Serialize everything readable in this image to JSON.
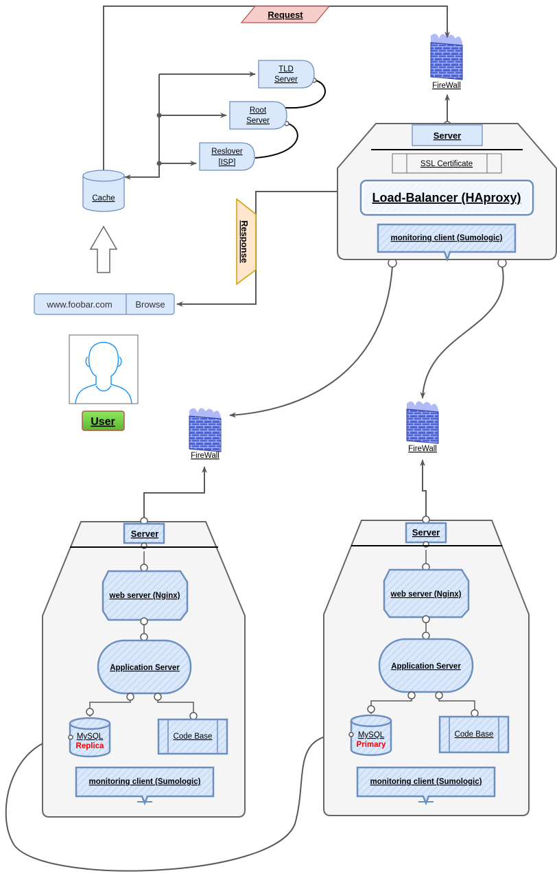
{
  "request_label": "Request",
  "response_label": "Response",
  "dns": {
    "tld_line1": "TLD",
    "tld_line2": "Server",
    "root_line1": "Root",
    "root_line2": "Server",
    "resolver_line1": "Reslover",
    "resolver_line2": "[ISP]",
    "cache": "Cache"
  },
  "browser": {
    "url": "www.foobar.com",
    "button": "Browse"
  },
  "user_label": "User",
  "firewall_label": "FireWall",
  "load_balancer": {
    "server": "Server",
    "ssl": "SSL Certificate",
    "title": "Load-Balancer (HAproxy)",
    "monitor": "monitoring client (Sumologic)"
  },
  "server_left": {
    "server": "Server",
    "web": "web server (Nginx)",
    "app": "Application Server",
    "db_name": "MySQL",
    "db_role": "Replica",
    "code": "Code Base",
    "monitor": "monitoring client (Sumologic)"
  },
  "server_right": {
    "server": "Server",
    "web": "web server (Nginx)",
    "app": "Application Server",
    "db_name": "MySQL",
    "db_role": "Primary",
    "code": "Code Base",
    "monitor": "monitoring client (Sumologic)"
  },
  "colors": {
    "node_fill": "#dae8fc",
    "node_stroke": "#6c8ebf",
    "request_fill": "#f8cecc",
    "request_stroke": "#b85450",
    "response_fill": "#ffe6cc",
    "response_stroke": "#d79b00",
    "user_fill": "#8de860",
    "db_role": "#ff0000"
  }
}
